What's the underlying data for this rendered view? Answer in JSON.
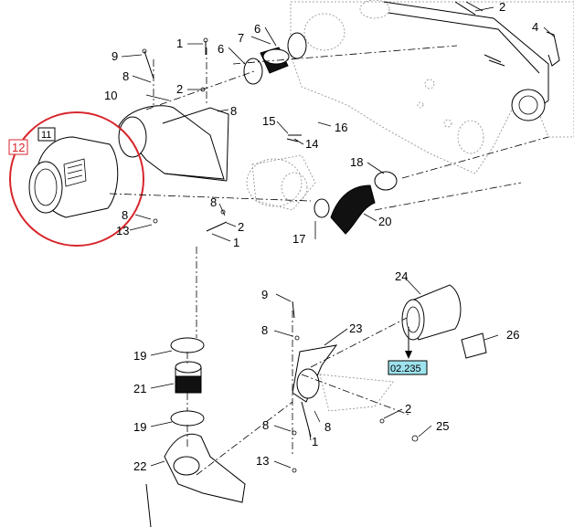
{
  "labels": {
    "l2_top": "2",
    "l4": "4",
    "l6a": "6",
    "l6b": "6",
    "l7": "7",
    "l9a": "9",
    "l1a": "1",
    "l8a": "8",
    "l10": "10",
    "l2b": "2",
    "l8b": "8",
    "l11": "11",
    "l12": "12",
    "l15": "15",
    "l16": "16",
    "l14": "14",
    "l18": "18",
    "l8c": "8",
    "l2c": "2",
    "l1b": "1",
    "l8d": "8",
    "l13a": "13",
    "l17": "17",
    "l20": "20",
    "l9b": "9",
    "l24": "24",
    "l8e": "8",
    "l23": "23",
    "l26": "26",
    "l19a": "19",
    "l21": "21",
    "l19b": "19",
    "l2d": "2",
    "l25": "25",
    "l8f": "8",
    "l1c": "1",
    "l8g": "8",
    "l13b": "13",
    "l22": "22"
  },
  "reference": {
    "label": "02.235"
  },
  "colors": {
    "highlight": "#d7262c",
    "reference_fill": "#9ee3ee"
  }
}
